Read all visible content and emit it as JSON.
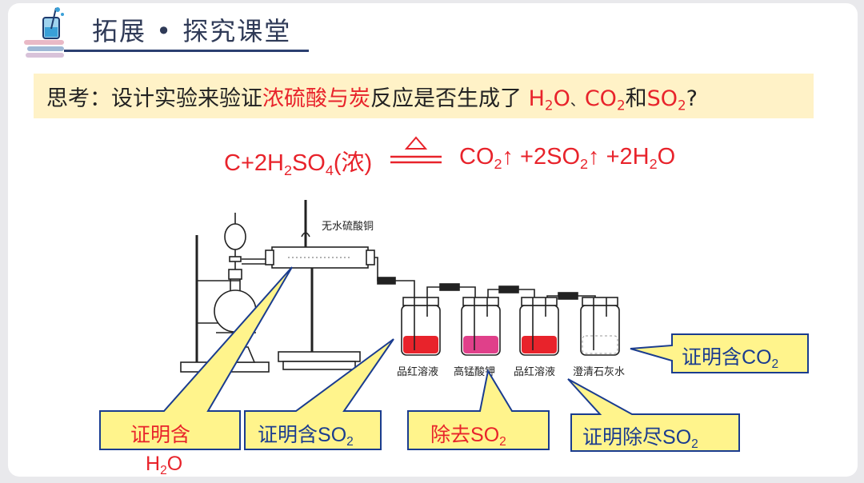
{
  "header": {
    "title": "拓展 • 探究课堂"
  },
  "question": {
    "prefix": "思考：设计实验来验证",
    "highlight": "浓硫酸与炭",
    "middle": "反应是否生成了 ",
    "p1": "H",
    "p1sub": "2",
    "p1b": "O",
    "sep": "、",
    "p2": "CO",
    "p2sub": "2",
    "and": "和",
    "p3": "SO",
    "p3sub": "2",
    "end": "?"
  },
  "equation": {
    "left_a": "C+2H",
    "left_sub1": "2",
    "left_b": "SO",
    "left_sub2": "4",
    "left_c": "(浓)",
    "right_a": "CO",
    "right_sub1": "2",
    "right_b": "↑ +2SO",
    "right_sub2": "2",
    "right_c": "↑ +2H",
    "right_sub3": "2",
    "right_d": "O"
  },
  "apparatus": {
    "tube_label": "无水硫酸铜",
    "bottle_labels": [
      "品红溶液",
      "高锰酸钾",
      "品红溶液",
      "澄清石灰水"
    ],
    "liquid_colors": [
      "#e8232b",
      "#e0408a",
      "#e8232b",
      "#ffffff"
    ]
  },
  "callouts": {
    "h2o": {
      "text": "证明含",
      "f1": "H",
      "f1sub": "2",
      "f1b": "O"
    },
    "so2_detect": {
      "text": "证明含S",
      "f1": "O",
      "f1sub": "2"
    },
    "so2_remove": {
      "text": "除去S",
      "f1": "O",
      "f1sub": "2"
    },
    "so2_gone": {
      "text": "证明除尽S",
      "f1": "O",
      "f1sub": "2"
    },
    "co2": {
      "text": "证明含C",
      "f1": "O",
      "f1sub": "2"
    }
  },
  "colors": {
    "accent": "#e8232b",
    "callout_fill": "#fff48c",
    "callout_border": "#1a3c8f",
    "question_bg": "#fff2c7"
  }
}
